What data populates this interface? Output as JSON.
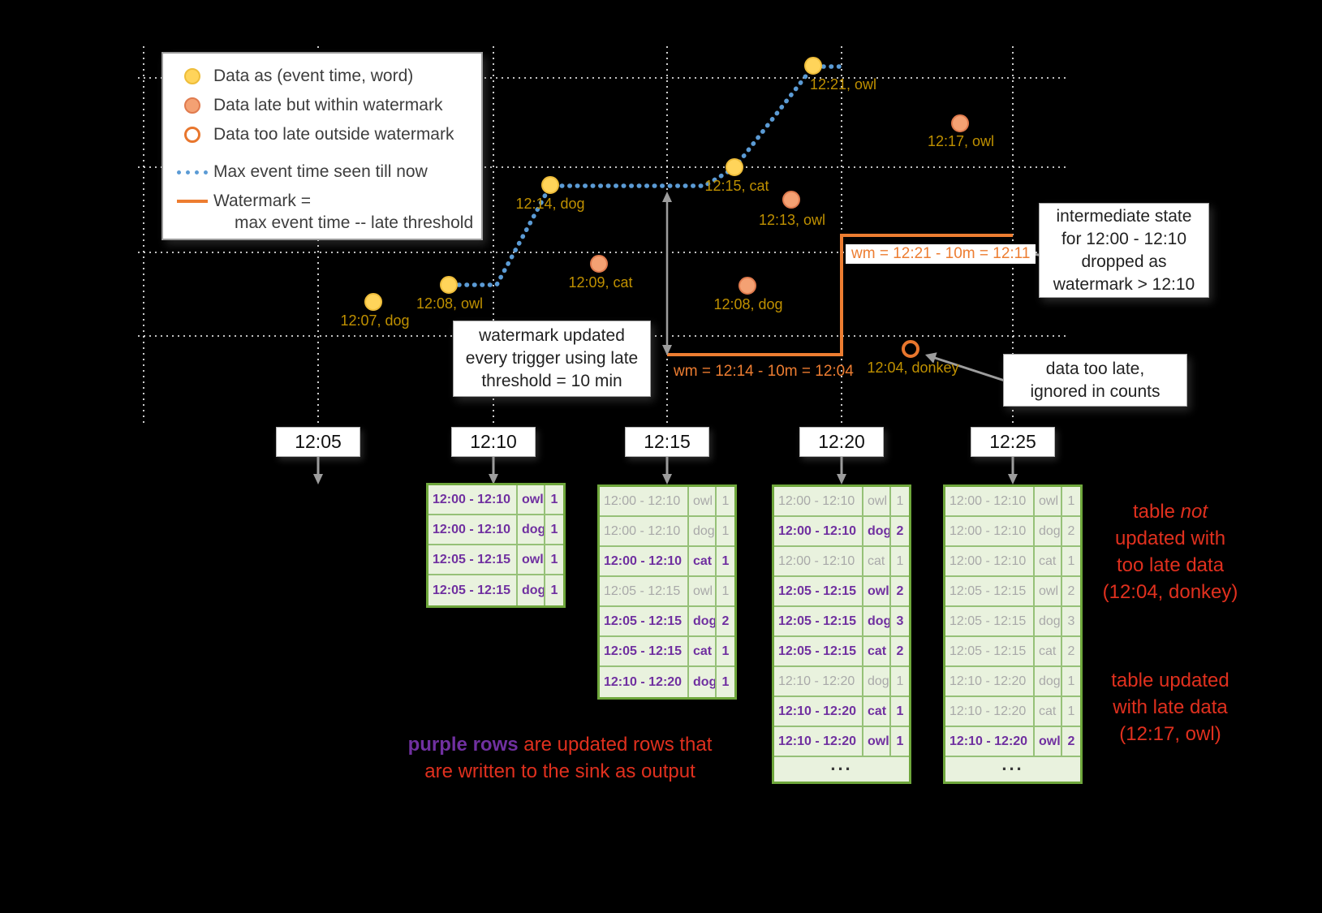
{
  "colors": {
    "background": "#000000",
    "on_time_point": "#ffd45a",
    "late_point": "#f4a173",
    "too_late_ring": "#e8762d",
    "max_event_time_line": "#5b9bd5",
    "watermark_line": "#ed7d31",
    "point_label": "#bf9000",
    "updated_row_text": "#7030a0",
    "stale_row_text": "#a9a9a9",
    "table_border_green": "#6fa73c",
    "table_background": "#e9f2de",
    "note_red": "#e0301e"
  },
  "legend": {
    "items": [
      {
        "icon": "on-time-dot",
        "label": "Data as (event time, word)"
      },
      {
        "icon": "late-dot",
        "label": "Data late but within watermark"
      },
      {
        "icon": "too-late-dot",
        "label": "Data too late outside watermark"
      },
      {
        "icon": "max-event-time-line",
        "label": "Max event time seen till now"
      },
      {
        "icon": "watermark-line",
        "label": "Watermark =",
        "sublabel": "max event time -- late threshold"
      }
    ]
  },
  "points": [
    {
      "label": "12:07, dog",
      "status": "on-time"
    },
    {
      "label": "12:08, owl",
      "status": "on-time"
    },
    {
      "label": "12:14, dog",
      "status": "on-time"
    },
    {
      "label": "12:15, cat",
      "status": "on-time"
    },
    {
      "label": "12:21, owl",
      "status": "on-time"
    },
    {
      "label": "12:09, cat",
      "status": "late"
    },
    {
      "label": "12:13, owl",
      "status": "late"
    },
    {
      "label": "12:08, dog",
      "status": "late"
    },
    {
      "label": "12:17, owl",
      "status": "late"
    },
    {
      "label": "12:04, donkey",
      "status": "too-late"
    }
  ],
  "watermark": {
    "first": "wm = 12:14 - 10m = 12:04",
    "second": "wm = 12:21 - 10m = 12:11"
  },
  "callouts": {
    "watermark_updated": "watermark updated\nevery trigger using late\nthreshold = 10 min",
    "intermediate_state": "intermediate state\nfor 12:00 - 12:10\ndropped as\nwatermark > 12:10",
    "too_late_ignored": "data too late,\nignored in counts"
  },
  "triggers": [
    "12:05",
    "12:10",
    "12:15",
    "12:20",
    "12:25"
  ],
  "ellipsis_label": "...",
  "tables": [
    {
      "trigger": "12:10",
      "has_ellipsis": false,
      "rows": [
        {
          "window": "12:00 - 12:10",
          "word": "owl",
          "count": "1",
          "updated": true
        },
        {
          "window": "12:00 - 12:10",
          "word": "dog",
          "count": "1",
          "updated": true
        },
        {
          "window": "12:05 - 12:15",
          "word": "owl",
          "count": "1",
          "updated": true
        },
        {
          "window": "12:05 - 12:15",
          "word": "dog",
          "count": "1",
          "updated": true
        }
      ]
    },
    {
      "trigger": "12:15",
      "has_ellipsis": false,
      "rows": [
        {
          "window": "12:00 - 12:10",
          "word": "owl",
          "count": "1",
          "updated": false
        },
        {
          "window": "12:00 - 12:10",
          "word": "dog",
          "count": "1",
          "updated": false
        },
        {
          "window": "12:00 - 12:10",
          "word": "cat",
          "count": "1",
          "updated": true
        },
        {
          "window": "12:05 - 12:15",
          "word": "owl",
          "count": "1",
          "updated": false
        },
        {
          "window": "12:05 - 12:15",
          "word": "dog",
          "count": "2",
          "updated": true
        },
        {
          "window": "12:05 - 12:15",
          "word": "cat",
          "count": "1",
          "updated": true
        },
        {
          "window": "12:10 - 12:20",
          "word": "dog",
          "count": "1",
          "updated": true
        }
      ]
    },
    {
      "trigger": "12:20",
      "has_ellipsis": true,
      "rows": [
        {
          "window": "12:00 - 12:10",
          "word": "owl",
          "count": "1",
          "updated": false
        },
        {
          "window": "12:00 - 12:10",
          "word": "dog",
          "count": "2",
          "updated": true
        },
        {
          "window": "12:00 - 12:10",
          "word": "cat",
          "count": "1",
          "updated": false
        },
        {
          "window": "12:05 - 12:15",
          "word": "owl",
          "count": "2",
          "updated": true
        },
        {
          "window": "12:05 - 12:15",
          "word": "dog",
          "count": "3",
          "updated": true
        },
        {
          "window": "12:05 - 12:15",
          "word": "cat",
          "count": "2",
          "updated": true
        },
        {
          "window": "12:10 - 12:20",
          "word": "dog",
          "count": "1",
          "updated": false
        },
        {
          "window": "12:10 - 12:20",
          "word": "cat",
          "count": "1",
          "updated": true
        },
        {
          "window": "12:10 - 12:20",
          "word": "owl",
          "count": "1",
          "updated": true
        }
      ]
    },
    {
      "trigger": "12:25",
      "has_ellipsis": true,
      "rows": [
        {
          "window": "12:00 - 12:10",
          "word": "owl",
          "count": "1",
          "updated": false
        },
        {
          "window": "12:00 - 12:10",
          "word": "dog",
          "count": "2",
          "updated": false
        },
        {
          "window": "12:00 - 12:10",
          "word": "cat",
          "count": "1",
          "updated": false
        },
        {
          "window": "12:05 - 12:15",
          "word": "owl",
          "count": "2",
          "updated": false
        },
        {
          "window": "12:05 - 12:15",
          "word": "dog",
          "count": "3",
          "updated": false
        },
        {
          "window": "12:05 - 12:15",
          "word": "cat",
          "count": "2",
          "updated": false
        },
        {
          "window": "12:10 - 12:20",
          "word": "dog",
          "count": "1",
          "updated": false
        },
        {
          "window": "12:10 - 12:20",
          "word": "cat",
          "count": "1",
          "updated": false
        },
        {
          "window": "12:10 - 12:20",
          "word": "owl",
          "count": "2",
          "updated": true
        }
      ]
    }
  ],
  "notes": {
    "purple_rows": {
      "highlight": "purple rows",
      "rest": " are updated rows that\nare written to the sink as output"
    },
    "not_updated": {
      "prefix": "table ",
      "italic": "not",
      "rest": "\nupdated with\ntoo late data\n(12:04, donkey)"
    },
    "updated_late": "table updated\nwith late data\n(12:17, owl)"
  }
}
